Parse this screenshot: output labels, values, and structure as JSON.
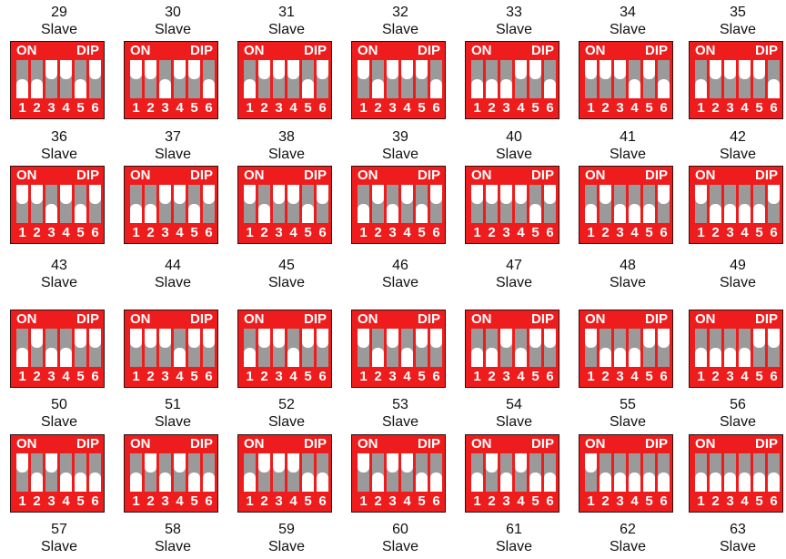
{
  "role_label": "Slave",
  "dip_on_label": "ON",
  "dip_brand_label": "DIP",
  "switch_numbers": [
    "1",
    "2",
    "3",
    "4",
    "5",
    "6"
  ],
  "colors": {
    "body": "#ee1c1c",
    "slot": "#9a9a9a",
    "knob": "#ffffff",
    "text": "#ffffff"
  },
  "rows": [
    {
      "address_labels": [
        "29",
        "30",
        "31",
        "32",
        "33",
        "34",
        "35"
      ]
    },
    {
      "address_labels": [
        "36",
        "37",
        "38",
        "39",
        "40",
        "41",
        "42"
      ],
      "switches": [
        [
          0,
          0,
          1,
          1,
          0,
          1
        ],
        [
          1,
          1,
          0,
          1,
          1,
          0
        ],
        [
          0,
          1,
          1,
          1,
          0,
          1
        ],
        [
          1,
          0,
          1,
          1,
          1,
          0
        ],
        [
          0,
          0,
          0,
          1,
          1,
          0
        ],
        [
          1,
          1,
          1,
          0,
          1,
          0
        ],
        [
          0,
          1,
          1,
          1,
          1,
          0
        ]
      ]
    },
    {
      "address_labels": [
        "43",
        "44",
        "45",
        "46",
        "47",
        "48",
        "49"
      ],
      "switches": [
        [
          1,
          1,
          0,
          1,
          0,
          1
        ],
        [
          0,
          0,
          1,
          1,
          0,
          1
        ],
        [
          1,
          0,
          1,
          1,
          0,
          1
        ],
        [
          0,
          1,
          0,
          1,
          0,
          1
        ],
        [
          1,
          1,
          1,
          1,
          0,
          1
        ],
        [
          0,
          1,
          0,
          0,
          0,
          1
        ],
        [
          1,
          0,
          0,
          0,
          0,
          1
        ]
      ]
    },
    {
      "address_labels": [
        "50",
        "51",
        "52",
        "53",
        "54",
        "55",
        "56"
      ],
      "switches": [
        [
          0,
          1,
          0,
          0,
          1,
          1
        ],
        [
          1,
          1,
          1,
          0,
          1,
          1
        ],
        [
          0,
          1,
          1,
          0,
          1,
          1
        ],
        [
          1,
          0,
          1,
          0,
          1,
          1
        ],
        [
          0,
          0,
          1,
          0,
          1,
          1
        ],
        [
          1,
          0,
          0,
          0,
          1,
          1
        ],
        [
          0,
          0,
          0,
          0,
          1,
          1
        ]
      ]
    },
    {
      "address_labels": [
        "57",
        "58",
        "59",
        "60",
        "61",
        "62",
        "63"
      ],
      "switches": [
        [
          1,
          0,
          1,
          0,
          0,
          0
        ],
        [
          0,
          1,
          0,
          1,
          0,
          0
        ],
        [
          0,
          1,
          1,
          1,
          0,
          0
        ],
        [
          1,
          0,
          1,
          1,
          0,
          0
        ],
        [
          0,
          1,
          0,
          1,
          0,
          0
        ],
        [
          1,
          0,
          0,
          0,
          0,
          0
        ],
        [
          0,
          0,
          0,
          0,
          0,
          0
        ]
      ]
    },
    {
      "address_labels": []
    }
  ]
}
